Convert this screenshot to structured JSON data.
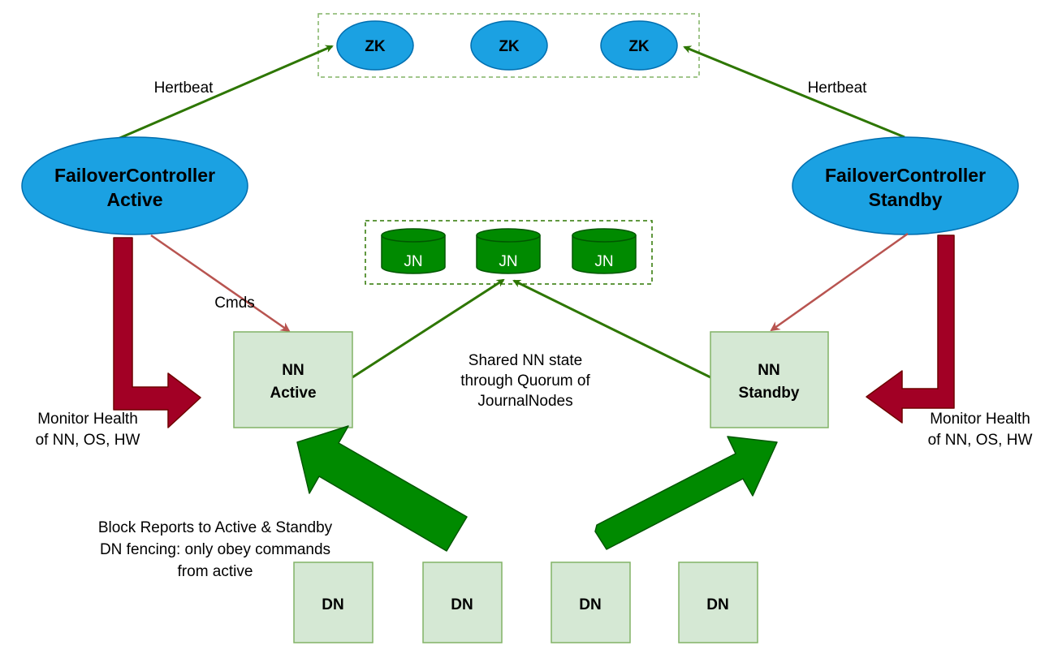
{
  "zookeeper": {
    "nodes": [
      "ZK",
      "ZK",
      "ZK"
    ]
  },
  "journalnodes": {
    "nodes": [
      "JN",
      "JN",
      "JN"
    ]
  },
  "failover_active": {
    "line1": "FailoverController",
    "line2": "Active"
  },
  "failover_standby": {
    "line1": "FailoverController",
    "line2": "Standby"
  },
  "nn_active": {
    "line1": "NN",
    "line2": "Active"
  },
  "nn_standby": {
    "line1": "NN",
    "line2": "Standby"
  },
  "datanodes": [
    "DN",
    "DN",
    "DN",
    "DN"
  ],
  "labels": {
    "heartbeat_left": "Hertbeat",
    "heartbeat_right": "Hertbeat",
    "cmds": "Cmds",
    "shared_state": [
      "Shared NN state",
      "through Quorum of",
      "JournalNodes"
    ],
    "monitor_left": [
      "Monitor Health",
      "of NN, OS, HW"
    ],
    "monitor_right": [
      "Monitor Health",
      "of NN, OS, HW"
    ],
    "block_reports": [
      "Block Reports to Active  & Standby",
      "DN fencing: only obey commands",
      "from active"
    ]
  },
  "colors": {
    "blue_fill": "#1ba1e2",
    "blue_stroke": "#006eaf",
    "green_fill": "#008a00",
    "green_stroke": "#005700",
    "light_green_fill": "#d5e8d4",
    "light_green_stroke": "#82b366",
    "dark_red_fill": "#a20025",
    "dark_red_stroke": "#6f0000",
    "heartbeat_line": "#2d7600",
    "cmds_line": "#b85450"
  }
}
